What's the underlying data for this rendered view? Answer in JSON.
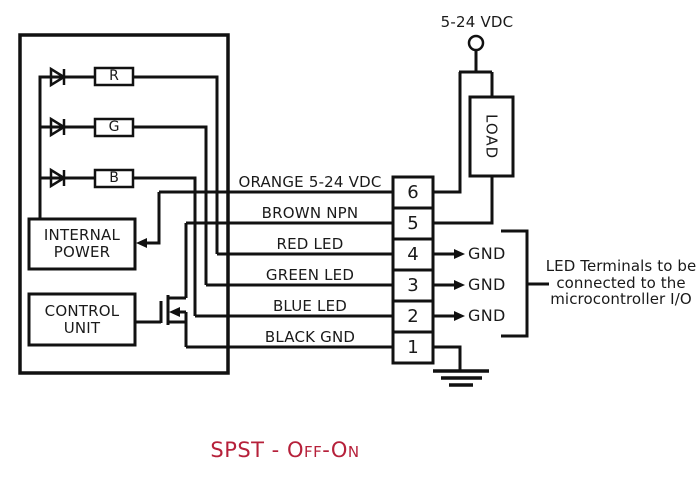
{
  "diagram": {
    "supply_label": "5-24 VDC",
    "load_label": "LOAD",
    "internal_power_label": "INTERNAL POWER",
    "control_unit_label": "CONTROL UNIT",
    "led_resistors": [
      {
        "letter": "R"
      },
      {
        "letter": "G"
      },
      {
        "letter": "B"
      }
    ],
    "wires": [
      {
        "label": "ORANGE 5-24 VDC",
        "terminal": "6"
      },
      {
        "label": "BROWN NPN",
        "terminal": "5"
      },
      {
        "label": "RED LED",
        "terminal": "4",
        "gnd_label": "GND"
      },
      {
        "label": "GREEN LED",
        "terminal": "3",
        "gnd_label": "GND"
      },
      {
        "label": "BLUE LED",
        "terminal": "2",
        "gnd_label": "GND"
      },
      {
        "label": "BLACK GND",
        "terminal": "1"
      }
    ],
    "note_text": "LED Terminals to be connected to the microcontroller I/O",
    "footer_label": "SPST - Off-On",
    "colors": {
      "line": "#111111",
      "footer_red": "#b6203a"
    }
  }
}
